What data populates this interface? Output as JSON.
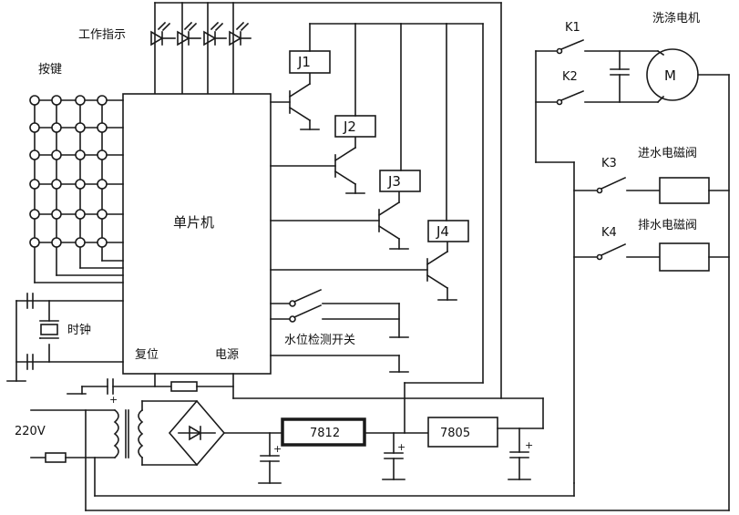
{
  "labels": {
    "work_indicator": "工作指示",
    "keys": "按键",
    "mcu": "单片机",
    "clock": "时钟",
    "reset": "复位",
    "power": "电源",
    "water_level_switch": "水位检测开关",
    "wash_motor": "洗涤电机",
    "motor_symbol": "M",
    "inlet_valve": "进水电磁阀",
    "drain_valve": "排水电磁阀",
    "mains": "220V"
  },
  "relays": [
    "J1",
    "J2",
    "J3",
    "J4"
  ],
  "switches": [
    "K1",
    "K2",
    "K3",
    "K4"
  ],
  "regulators": [
    "7812",
    "7805"
  ],
  "plus_sign": "+"
}
